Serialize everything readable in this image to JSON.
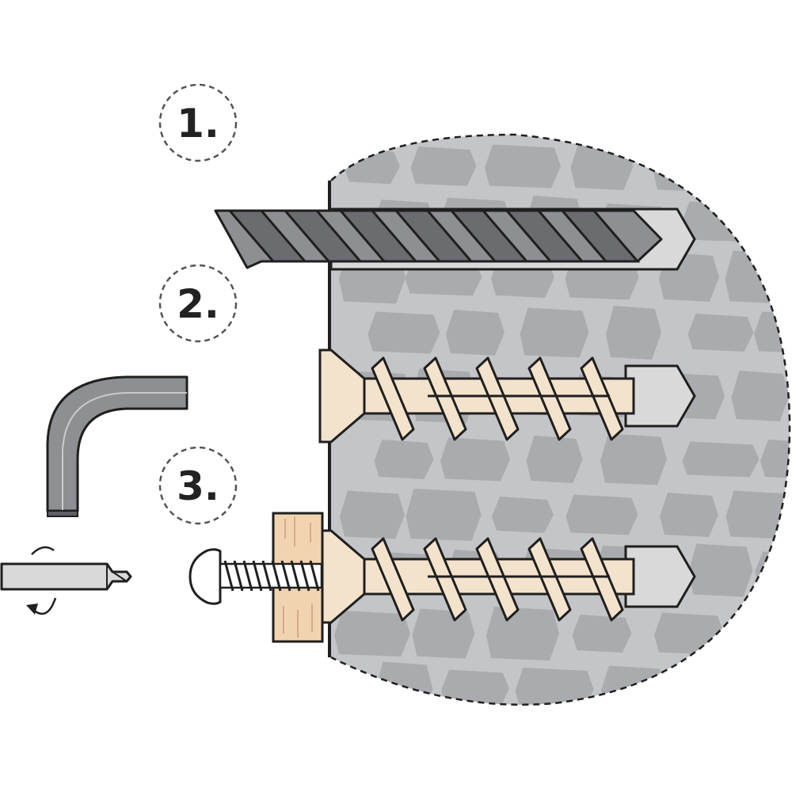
{
  "steps": [
    {
      "label": "1.",
      "name": "step-1-drill-hole"
    },
    {
      "label": "2.",
      "name": "step-2-insert-anchor"
    },
    {
      "label": "3.",
      "name": "step-3-fasten-screw"
    }
  ],
  "icons": {
    "drill": "drill-bit-icon",
    "anchor": "concrete-screw-anchor-icon",
    "hex_key": "hex-key-icon",
    "screwdriver": "screwdriver-bit-icon",
    "rotation": "rotation-arrow-icon",
    "screw": "screw-icon",
    "wood": "wood-block-icon"
  },
  "colors": {
    "outline": "#1f1f1f",
    "wall_bg": "#c4c5c8",
    "stone": "#aaabaf",
    "drill": "#8e8f92",
    "anchor": "#f4e3cc",
    "wood": "#f2d3b0",
    "metal": "#c8c9cb"
  }
}
